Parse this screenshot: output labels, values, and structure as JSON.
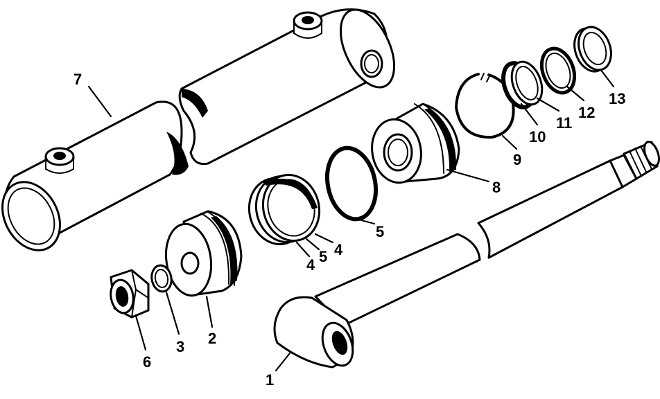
{
  "diagram": {
    "callouts": {
      "c1": "1",
      "c2": "2",
      "c3": "3",
      "c4a": "4",
      "c4b": "4",
      "c5a": "5",
      "c5b": "5",
      "c6": "6",
      "c7": "7",
      "c8": "8",
      "c9": "9",
      "c10": "10",
      "c11": "11",
      "c12": "12",
      "c13": "13"
    }
  }
}
